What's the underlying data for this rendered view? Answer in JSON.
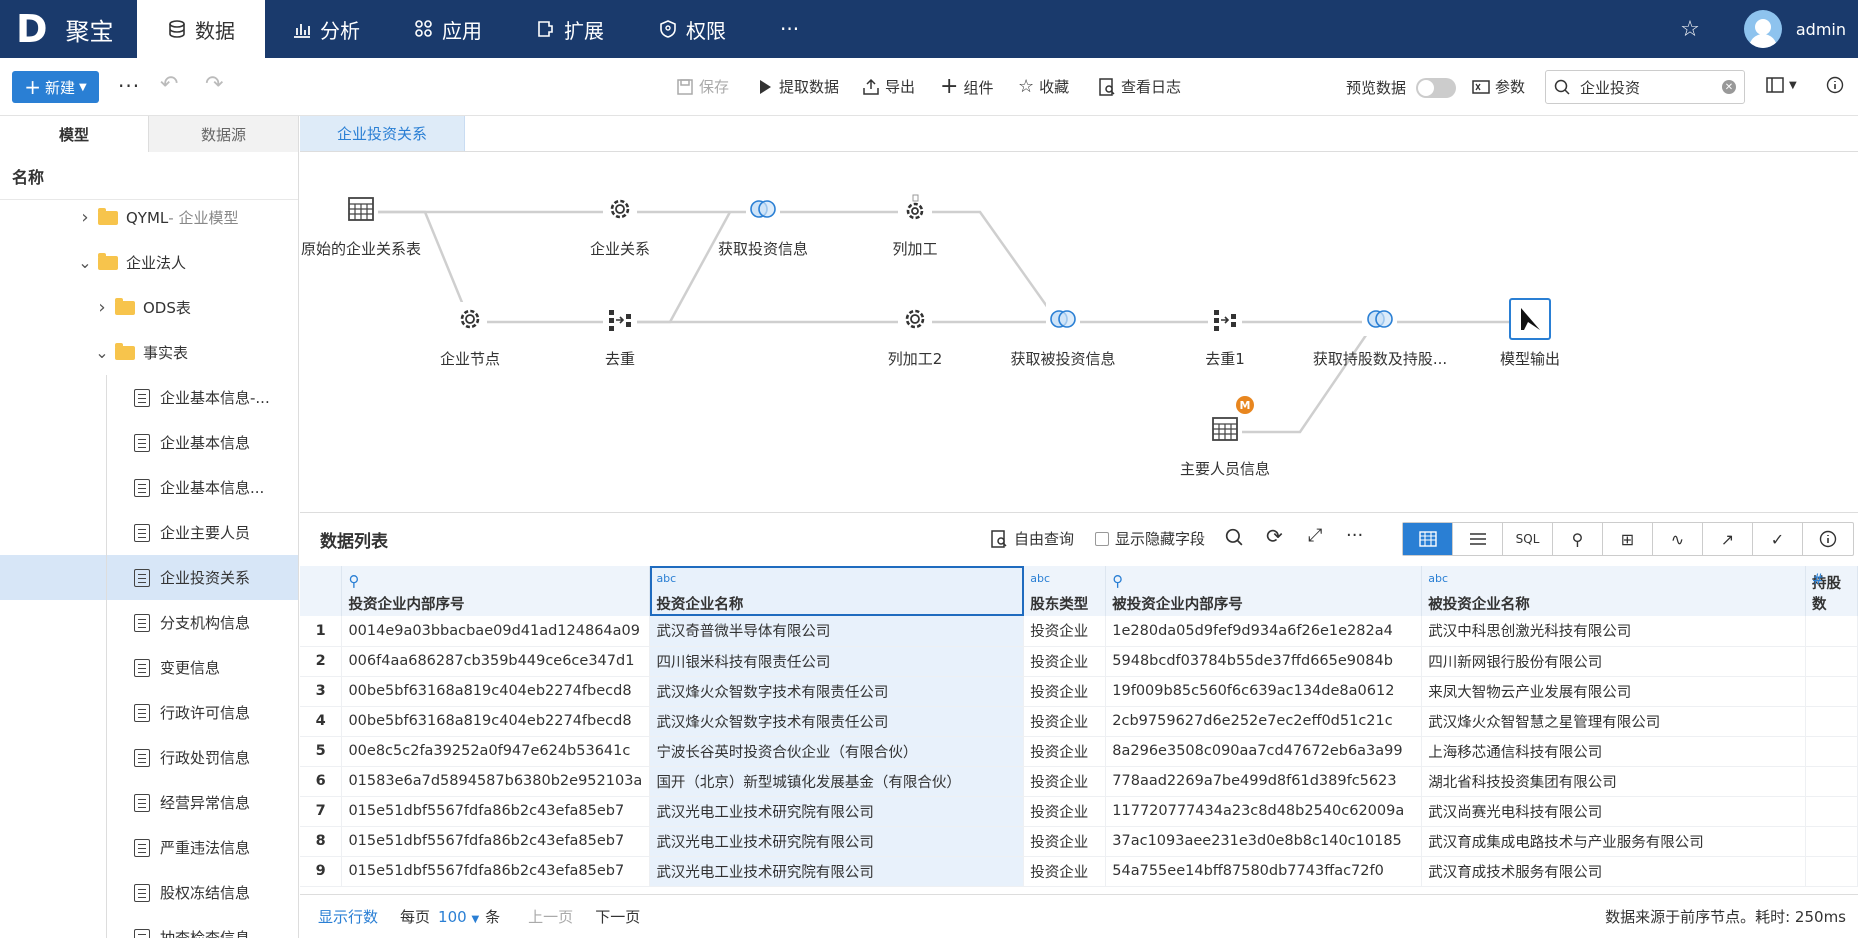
{
  "app": {
    "logo_mark": "D",
    "name": "聚宝"
  },
  "nav": [
    {
      "label": "数据",
      "icon": "database-icon"
    },
    {
      "label": "分析",
      "icon": "chart-icon"
    },
    {
      "label": "应用",
      "icon": "apps-icon"
    },
    {
      "label": "扩展",
      "icon": "extension-icon"
    },
    {
      "label": "权限",
      "icon": "shield-icon"
    },
    {
      "label": "···",
      "icon": "more-icon"
    }
  ],
  "user": {
    "name": "admin"
  },
  "toolbar": {
    "new_label": "新建",
    "more": "···",
    "save": "保存",
    "extract": "提取数据",
    "export": "导出",
    "component": "组件",
    "favorite": "收藏",
    "log": "查看日志",
    "preview": "预览数据",
    "params": "参数",
    "search_value": "企业投资"
  },
  "left": {
    "tabs": [
      "模型",
      "数据源"
    ],
    "header": "名称",
    "tree": [
      {
        "label": "QYML",
        "suffix": " - 企业模型",
        "indent": 1,
        "type": "folder",
        "arrow": "right"
      },
      {
        "label": "企业法人",
        "indent": 1,
        "type": "folder",
        "arrow": "down"
      },
      {
        "label": "ODS表",
        "indent": 2,
        "type": "folder",
        "arrow": "right"
      },
      {
        "label": "事实表",
        "indent": 2,
        "type": "folder",
        "arrow": "down"
      },
      {
        "label": "企业基本信息-...",
        "indent": 3,
        "type": "doc"
      },
      {
        "label": "企业基本信息",
        "indent": 3,
        "type": "doc"
      },
      {
        "label": "企业基本信息...",
        "indent": 3,
        "type": "doc"
      },
      {
        "label": "企业主要人员",
        "indent": 3,
        "type": "doc"
      },
      {
        "label": "企业投资关系",
        "indent": 3,
        "type": "doc",
        "selected": true
      },
      {
        "label": "分支机构信息",
        "indent": 3,
        "type": "doc"
      },
      {
        "label": "变更信息",
        "indent": 3,
        "type": "doc"
      },
      {
        "label": "行政许可信息",
        "indent": 3,
        "type": "doc"
      },
      {
        "label": "行政处罚信息",
        "indent": 3,
        "type": "doc"
      },
      {
        "label": "经营异常信息",
        "indent": 3,
        "type": "doc"
      },
      {
        "label": "严重违法信息",
        "indent": 3,
        "type": "doc"
      },
      {
        "label": "股权冻结信息",
        "indent": 3,
        "type": "doc"
      },
      {
        "label": "抽查检查信息",
        "indent": 3,
        "type": "doc"
      }
    ]
  },
  "canvas": {
    "tab": "企业投资关系",
    "nodes": {
      "n1": "原始的企业关系表",
      "n2": "企业关系",
      "n3": "获取投资信息",
      "n4": "列加工",
      "n5": "企业节点",
      "n6": "去重",
      "n7": "列加工2",
      "n8": "获取被投资信息",
      "n9": "去重1",
      "n10": "获取持股数及持股...",
      "n11": "模型输出",
      "n12": "主要人员信息",
      "badge": "M"
    }
  },
  "datalist": {
    "title": "数据列表",
    "free_query": "自由查询",
    "show_hidden": "显示隐藏字段",
    "sql": "SQL",
    "columns": [
      {
        "name": "投资企业内部序号",
        "type": "key"
      },
      {
        "name": "投资企业名称",
        "type": "abc"
      },
      {
        "name": "股东类型",
        "type": "abc"
      },
      {
        "name": "被投资企业内部序号",
        "type": "key"
      },
      {
        "name": "被投资企业名称",
        "type": "abc"
      },
      {
        "name": "持股数",
        "type": "#"
      }
    ],
    "rows": [
      [
        "1",
        "0014e9a03bbacbae09d41ad124864a09",
        "武汉奇普微半导体有限公司",
        "投资企业",
        "1e280da05d9fef9d934a6f26e1e282a4",
        "武汉中科思创激光科技有限公司"
      ],
      [
        "2",
        "006f4aa686287cb359b449ce6ce347d1",
        "四川银米科技有限责任公司",
        "投资企业",
        "5948bcdf03784b55de37ffd665e9084b",
        "四川新网银行股份有限公司"
      ],
      [
        "3",
        "00be5bf63168a819c404eb2274fbecd8",
        "武汉烽火众智数字技术有限责任公司",
        "投资企业",
        "19f009b85c560f6c639ac134de8a0612",
        "来凤大智物云产业发展有限公司"
      ],
      [
        "4",
        "00be5bf63168a819c404eb2274fbecd8",
        "武汉烽火众智数字技术有限责任公司",
        "投资企业",
        "2cb9759627d6e252e7ec2eff0d51c21c",
        "武汉烽火众智智慧之星管理有限公司"
      ],
      [
        "5",
        "00e8c5c2fa39252a0f947e624b53641c",
        "宁波长谷英时投资合伙企业（有限合伙）",
        "投资企业",
        "8a296e3508c090aa7cd47672eb6a3a99",
        "上海移芯通信科技有限公司"
      ],
      [
        "6",
        "01583e6a7d5894587b6380b2e952103a",
        "国开（北京）新型城镇化发展基金（有限合伙）",
        "投资企业",
        "778aad2269a7be499d8f61d389fc5623",
        "湖北省科技投资集团有限公司"
      ],
      [
        "7",
        "015e51dbf5567fdfa86b2c43efa85eb7",
        "武汉光电工业技术研究院有限公司",
        "投资企业",
        "117720777434a23c8d48b2540c62009a",
        "武汉尚赛光电科技有限公司"
      ],
      [
        "8",
        "015e51dbf5567fdfa86b2c43efa85eb7",
        "武汉光电工业技术研究院有限公司",
        "投资企业",
        "37ac1093aee231e3d0e8b8c140c10185",
        "武汉育成集成电路技术与产业服务有限公司"
      ],
      [
        "9",
        "015e51dbf5567fdfa86b2c43efa85eb7",
        "武汉光电工业技术研究院有限公司",
        "投资企业",
        "54a755ee14bff87580db7743ffac72f0",
        "武汉育成技术服务有限公司"
      ]
    ]
  },
  "footer": {
    "show_rows": "显示行数",
    "per_page": "每页",
    "page_size": "100",
    "unit": "条",
    "prev": "上一页",
    "next": "下一页",
    "status": "数据来源于前序节点。耗时: 250ms"
  }
}
